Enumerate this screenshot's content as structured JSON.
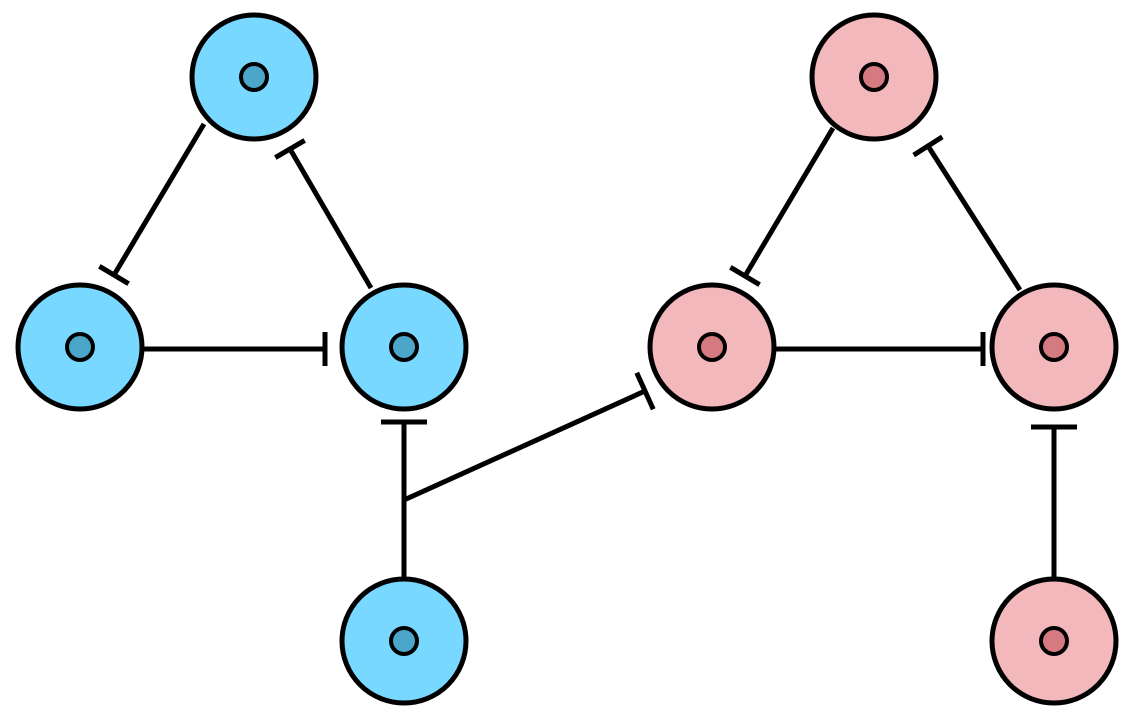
{
  "colors": {
    "blue_cell": "#79D8FF",
    "blue_nucleus": "#4BA6C9",
    "pink_cell": "#F2B8BC",
    "pink_nucleus": "#D67A82",
    "stroke": "#000000"
  },
  "cells": [
    {
      "id": "blue-top",
      "group": "blue"
    },
    {
      "id": "blue-left",
      "group": "blue"
    },
    {
      "id": "blue-right",
      "group": "blue"
    },
    {
      "id": "blue-bottom",
      "group": "blue"
    },
    {
      "id": "pink-top",
      "group": "pink"
    },
    {
      "id": "pink-left",
      "group": "pink"
    },
    {
      "id": "pink-right",
      "group": "pink"
    },
    {
      "id": "pink-bottom",
      "group": "pink"
    }
  ],
  "edges": [
    {
      "from": "blue-top",
      "to": "blue-left",
      "type": "inhibition"
    },
    {
      "from": "blue-right",
      "to": "blue-top",
      "type": "inhibition"
    },
    {
      "from": "blue-left",
      "to": "blue-right",
      "type": "inhibition"
    },
    {
      "from": "blue-bottom",
      "to": "blue-right",
      "type": "inhibition"
    },
    {
      "from": "blue-bottom",
      "to": "pink-left",
      "type": "inhibition"
    },
    {
      "from": "pink-top",
      "to": "pink-left",
      "type": "inhibition"
    },
    {
      "from": "pink-right",
      "to": "pink-top",
      "type": "inhibition"
    },
    {
      "from": "pink-left",
      "to": "pink-right",
      "type": "inhibition"
    },
    {
      "from": "pink-bottom",
      "to": "pink-right",
      "type": "inhibition"
    }
  ]
}
